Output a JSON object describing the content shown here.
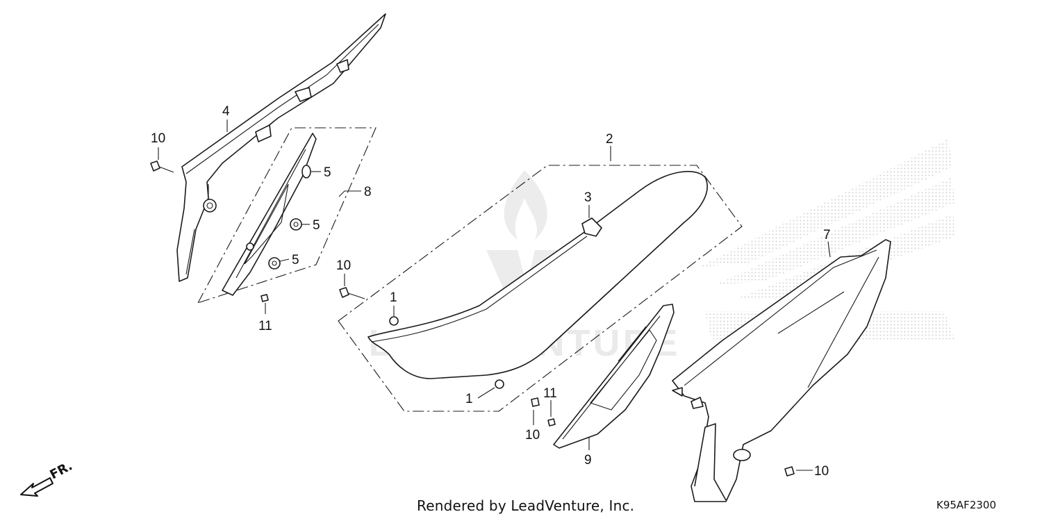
{
  "watermark": {
    "text": "LEADVENTURE",
    "color": "#e6e6e6",
    "logo_icon": "leadventure-flame-logo",
    "brand_icon": "honda-wing-logo"
  },
  "direction_marker": {
    "label": "FR.",
    "icon": "front-arrow-icon"
  },
  "callouts": {
    "c1a": "1",
    "c1b": "1",
    "c2": "2",
    "c3": "3",
    "c4": "4",
    "c5a": "5",
    "c5b": "5",
    "c5c": "5",
    "c7": "7",
    "c8": "8",
    "c9": "9",
    "c10a": "10",
    "c10b": "10",
    "c10c": "10",
    "c10d": "10",
    "c11a": "11",
    "c11b": "11"
  },
  "footer": {
    "credit": "Rendered by LeadVenture, Inc.",
    "diagram_code": "K95AF2300"
  }
}
